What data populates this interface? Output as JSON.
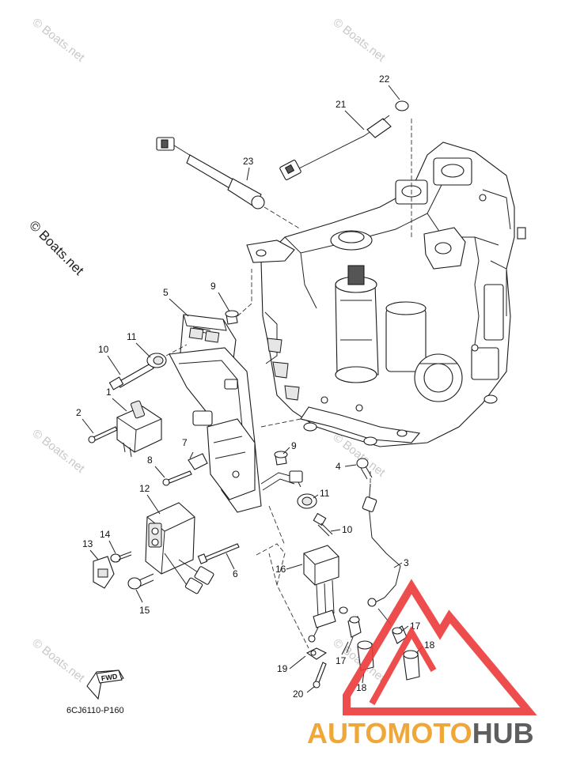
{
  "diagram": {
    "drawing_code": "6CJ6110-P160",
    "fwd_label": "FWD",
    "part_labels": [
      "1",
      "2",
      "3",
      "4",
      "5",
      "6",
      "7",
      "8",
      "9",
      "9",
      "10",
      "10",
      "11",
      "11",
      "12",
      "13",
      "14",
      "15",
      "16",
      "17",
      "17",
      "18",
      "18",
      "19",
      "20",
      "21",
      "22",
      "23"
    ]
  },
  "watermarks": {
    "main": "© Boats.net",
    "faint": "© Boats.net"
  },
  "branding": {
    "auto": "AUTO",
    "moto": "MOTO",
    "hub": "HUB",
    "colors": {
      "auto": "#f0a73a",
      "moto": "#f0a73a",
      "hub": "#5e5e5e",
      "triangle": "#ec3a3a"
    }
  }
}
